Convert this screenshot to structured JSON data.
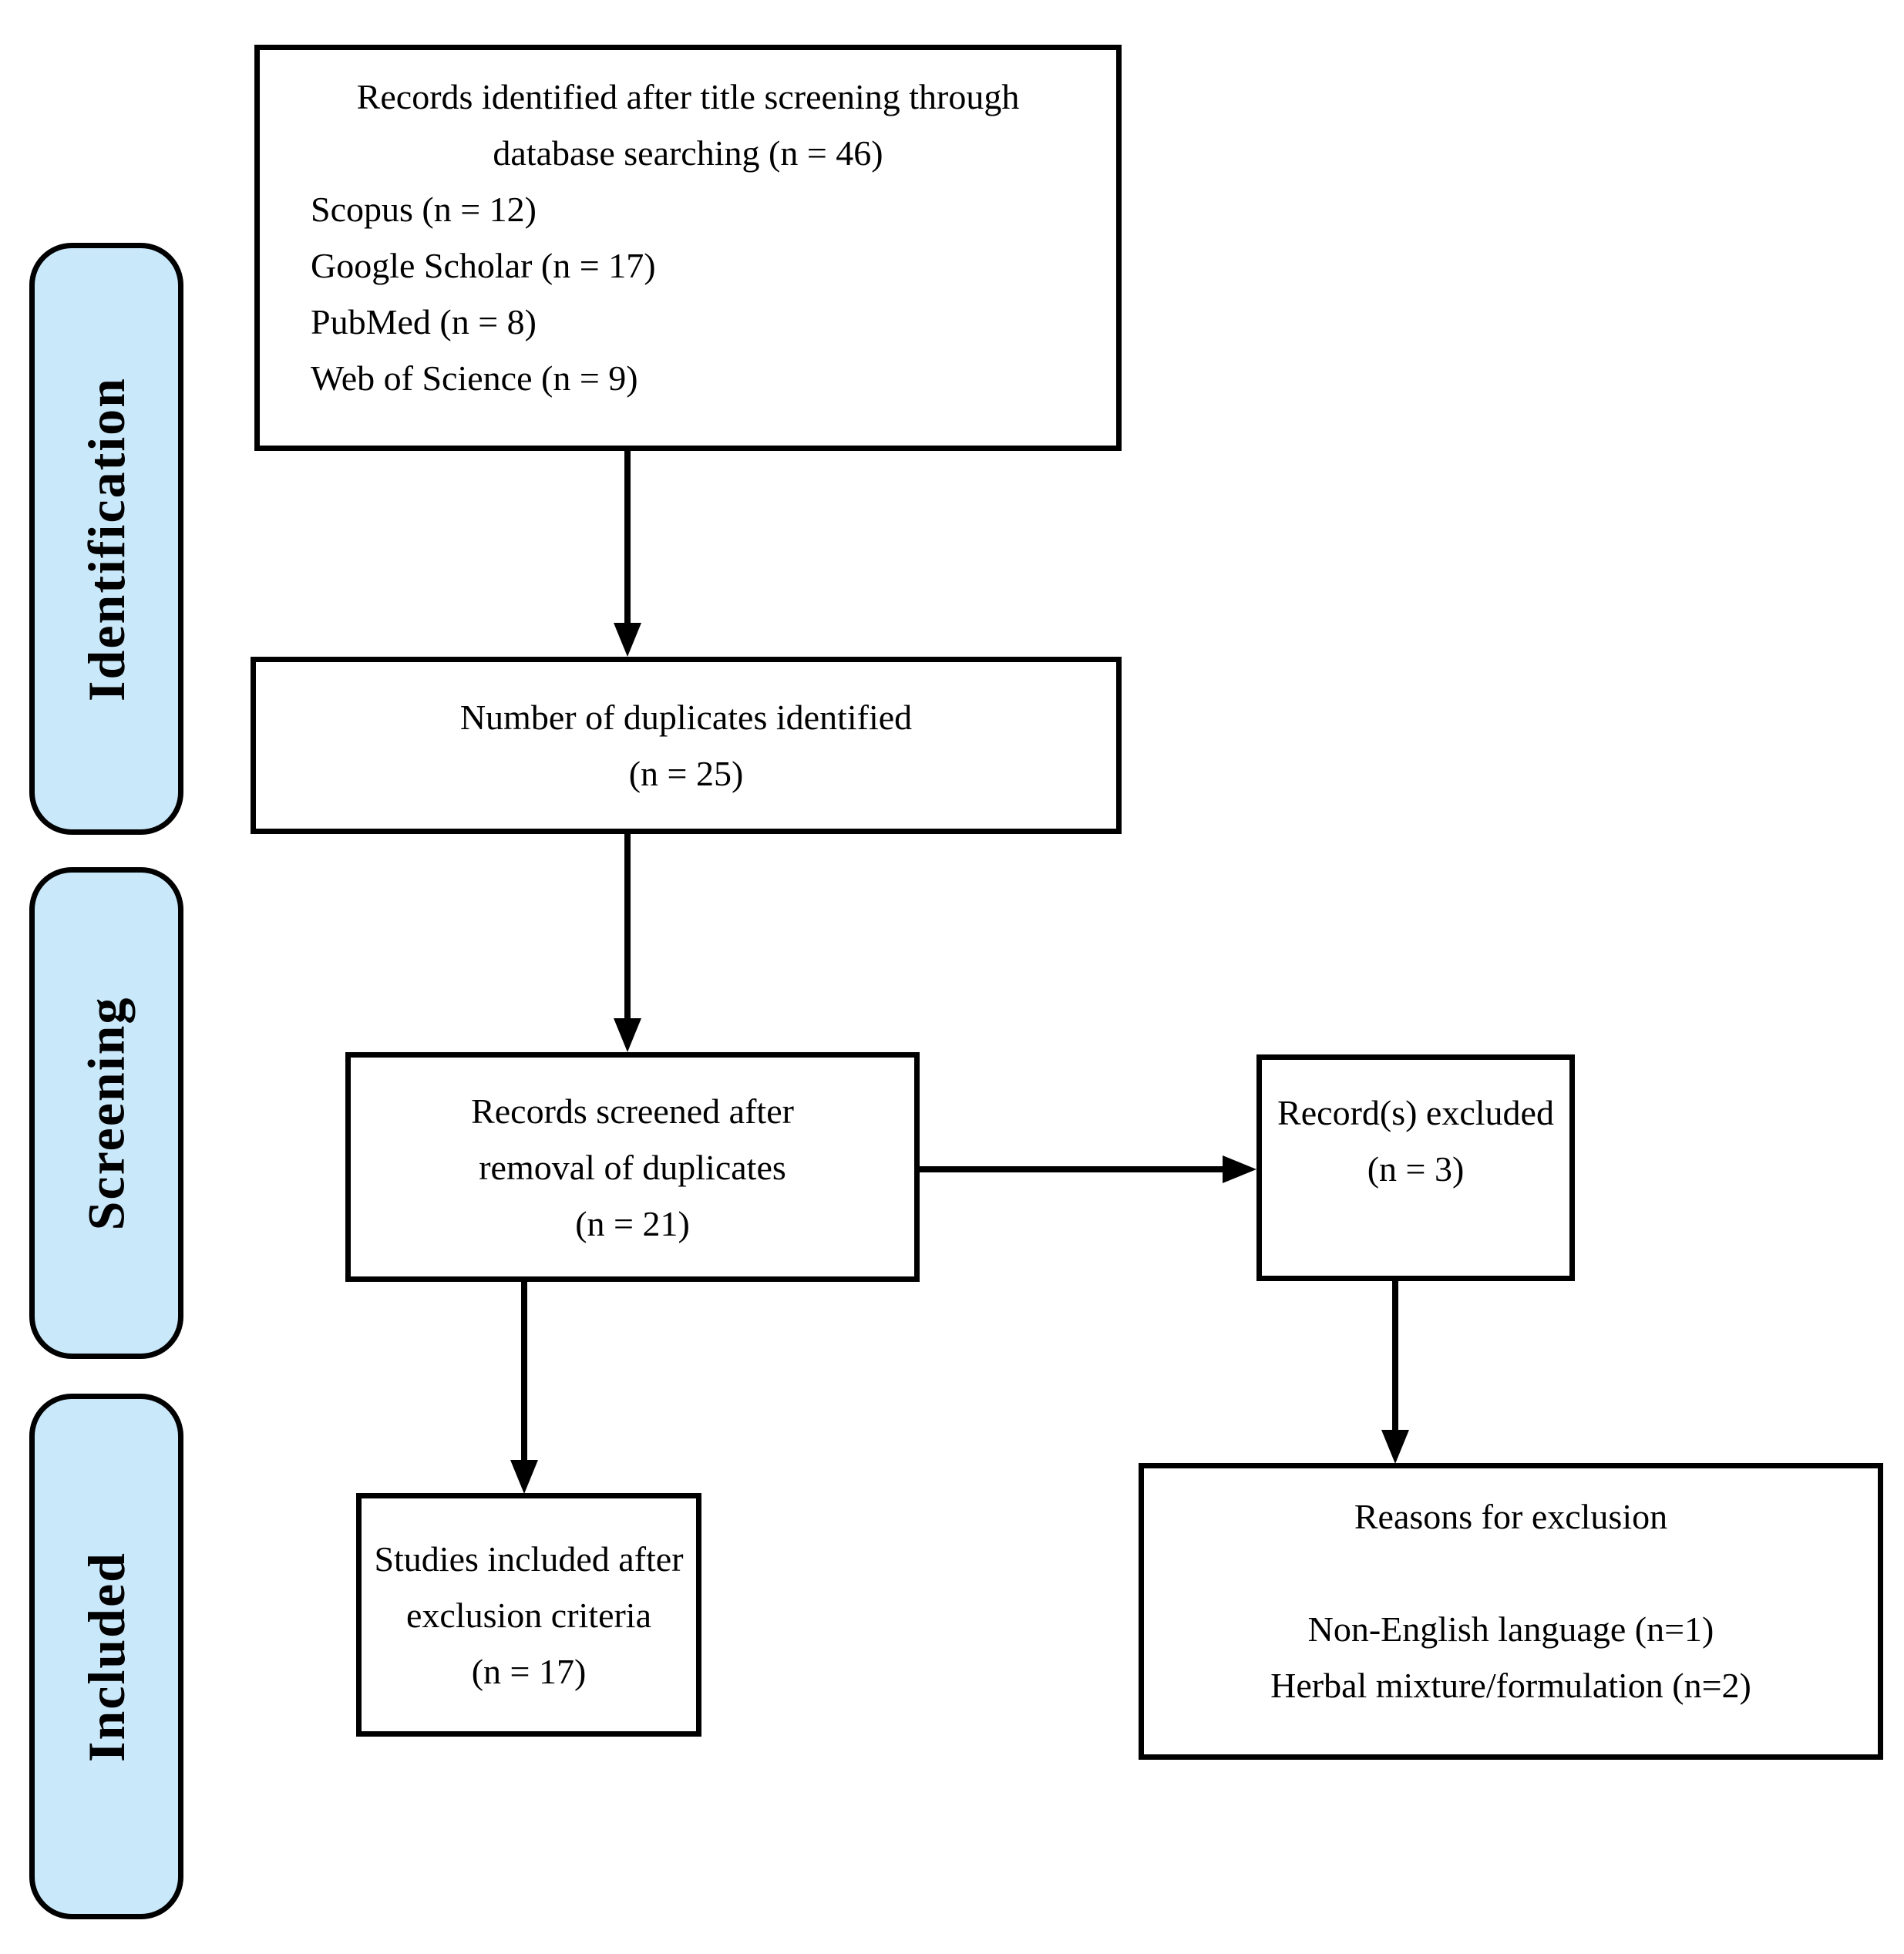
{
  "stages": [
    {
      "label": "Identification"
    },
    {
      "label": "Screening"
    },
    {
      "label": "Included"
    }
  ],
  "boxes": {
    "identified": {
      "heading_line1": "Records identified after title screening through",
      "heading_line2": "database searching (n = 46)",
      "sources": [
        "Scopus (n = 12)",
        "Google Scholar (n = 17)",
        "PubMed (n = 8)",
        "Web of Science (n = 9)"
      ]
    },
    "duplicates": {
      "line1": "Number of duplicates identified",
      "line2": "(n = 25)"
    },
    "screened": {
      "line1": "Records screened after",
      "line2": "removal of duplicates",
      "line3": "(n = 21)"
    },
    "excluded": {
      "line1": "Record(s) excluded",
      "line2": "(n = 3)"
    },
    "included_studies": {
      "line1": "Studies included after",
      "line2": "exclusion criteria",
      "line3": "(n = 17)"
    },
    "exclusion_reasons": {
      "title": "Reasons for exclusion",
      "items": [
        "Non-English language (n=1)",
        "Herbal mixture/formulation (n=2)"
      ]
    }
  },
  "colors": {
    "stage_fill": "#C9E8FA",
    "box_fill": "#FFFFFF",
    "line": "#000000"
  }
}
